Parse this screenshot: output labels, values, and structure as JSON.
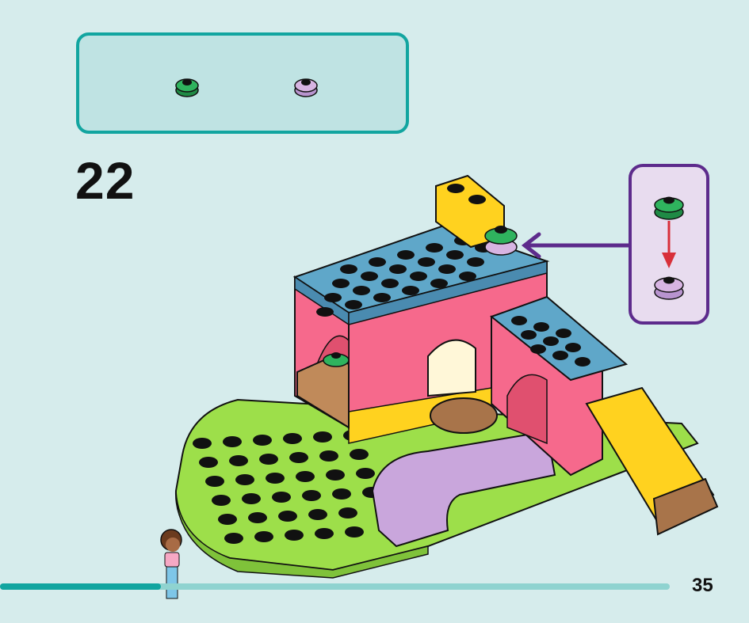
{
  "step": {
    "number": "22"
  },
  "page": {
    "number": "35"
  },
  "progress": {
    "fraction": 0.24
  },
  "parts": [
    {
      "name": "green-round-flower-plate",
      "color": "#2fb35e"
    },
    {
      "name": "lavender-round-flower-plate",
      "color": "#d7b4e2"
    }
  ],
  "callout": {
    "from_color": "#2fb35e",
    "to_color": "#d7b4e2",
    "arrow_color": "#d8303a"
  },
  "colors": {
    "accent": "#12a5a0",
    "callout_border": "#5d2b8c",
    "baseplate": "#9ddf4a",
    "blue_plate": "#5fa7c9",
    "pink_wall": "#f6698c",
    "yellow": "#ffd21f",
    "lavender": "#c9a6dc",
    "brown": "#a8744a"
  }
}
